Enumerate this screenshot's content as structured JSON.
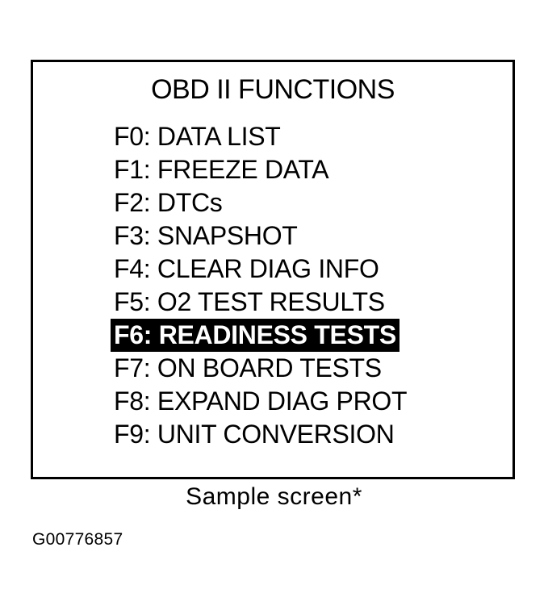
{
  "screen": {
    "title": "OBD II FUNCTIONS",
    "selected_index": 6,
    "items": [
      {
        "label": "F0: DATA LIST"
      },
      {
        "label": "F1: FREEZE DATA"
      },
      {
        "label": "F2: DTCs"
      },
      {
        "label": "F3: SNAPSHOT"
      },
      {
        "label": "F4: CLEAR DIAG INFO"
      },
      {
        "label": "F5: O2 TEST RESULTS"
      },
      {
        "label": "F6: READINESS TESTS"
      },
      {
        "label": "F7: ON BOARD TESTS"
      },
      {
        "label": "F8: EXPAND DIAG PROT"
      },
      {
        "label": "F9: UNIT CONVERSION"
      }
    ]
  },
  "caption": "Sample screen*",
  "figure_id": "G00776857",
  "colors": {
    "foreground": "#000000",
    "background": "#ffffff",
    "highlight_bg": "#000000",
    "highlight_fg": "#ffffff"
  }
}
